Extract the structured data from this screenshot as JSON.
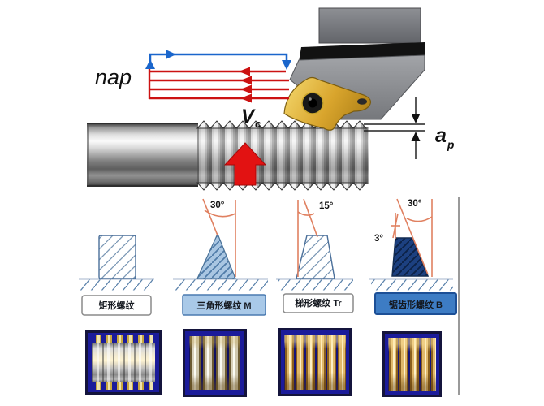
{
  "figure": {
    "top_diagram": {
      "labels": {
        "passes": "nap",
        "speed_main": "V",
        "speed_sub": "c",
        "depth_main": "a",
        "depth_sub": "p"
      },
      "colors": {
        "feed_arrow_red": "#cc1212",
        "return_path_blue": "#1a66cc",
        "insert_gold": "#d9a52d",
        "holder_gray": "#8a8c90",
        "workpiece_arrow_red": "#e21212"
      }
    },
    "profiles": [
      {
        "name": "square-thread",
        "label": "矩形螺纹"
      },
      {
        "name": "metric-triangular-thread",
        "label": "三角形螺纹 M",
        "angle": "30°"
      },
      {
        "name": "trapezoidal-thread",
        "label": "梯形螺纹 Tr",
        "angle": "15°"
      },
      {
        "name": "buttress-thread",
        "label": "锯齿形螺纹 B",
        "angle": "30°",
        "angle2": "3°"
      }
    ],
    "profile_colors": {
      "hatch_blue": "#7a97b5",
      "triangle_fill": "#a9c6e2",
      "buttress_fill": "#1c4080",
      "angle_line_orange": "#e08060",
      "ground_line": "#4a6f9a"
    },
    "photos": [
      {
        "name": "square-thread-sample"
      },
      {
        "name": "triangular-thread-sample"
      },
      {
        "name": "trapezoidal-thread-sample"
      },
      {
        "name": "buttress-thread-sample"
      }
    ],
    "photo_background": "#1b1b9a"
  }
}
